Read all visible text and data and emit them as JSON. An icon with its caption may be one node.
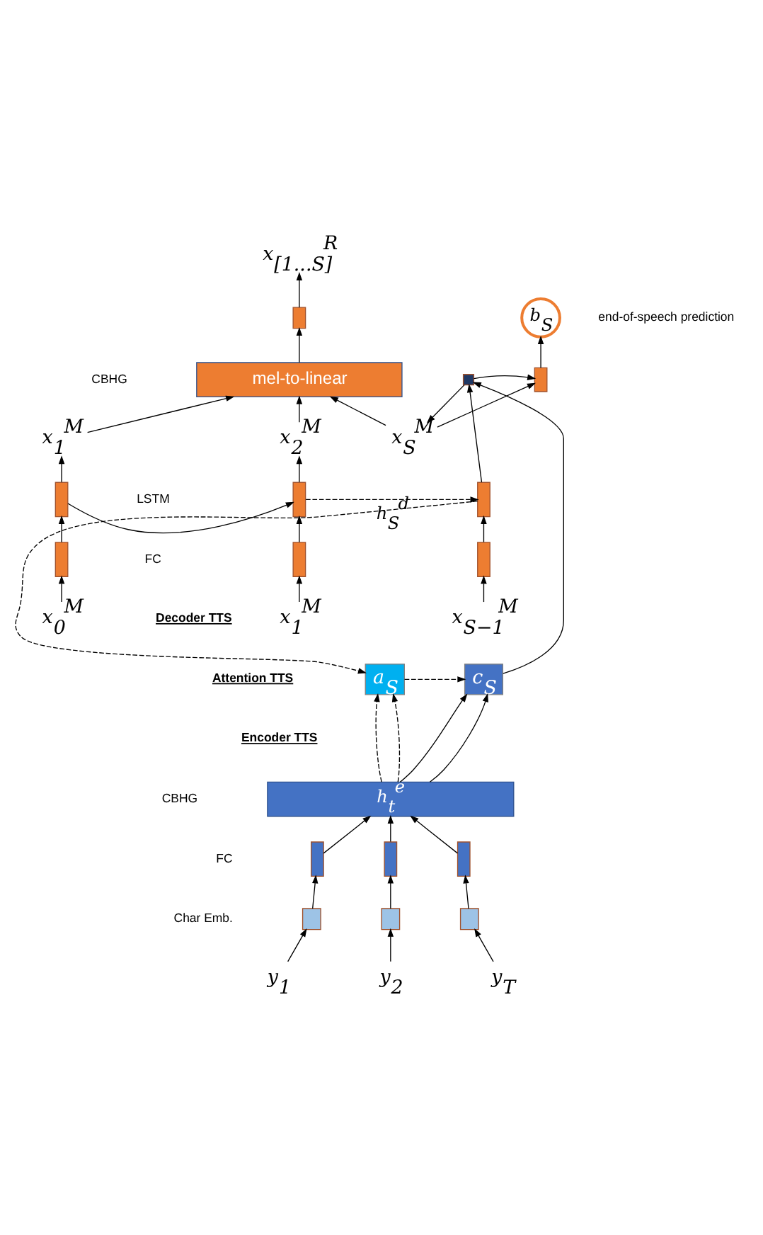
{
  "diagram": {
    "nodes": [
      {
        "text": [
          "x$_{[1...S]}$$^{R}$"
        ]
      },
      {
        "text": [],
        "shape": "box"
      },
      {
        "text": [
          "mel-to-linear"
        ]
      },
      {
        "text": [
          "x$_{1}$$^{M}$"
        ]
      },
      {
        "text": [
          "x$_{2}$$^{M}$"
        ]
      },
      {
        "text": [
          "x$_{S}$$^{M}$"
        ]
      },
      {
        "text": [
          "b$_{S}$"
        ],
        "beside": [
          "end-of-speech prediction"
        ]
      },
      {
        "text": [],
        "shape": "box"
      },
      {
        "text": [],
        "shape": "box"
      },
      {
        "text": [],
        "shape": "box"
      },
      {
        "text": [],
        "shape": "box"
      },
      {
        "text": [],
        "shape": "box"
      },
      {
        "text": [],
        "shape": "box"
      },
      {
        "text": [],
        "shape": "box"
      },
      {
        "text": [],
        "shape": "box"
      },
      {
        "text": [
          "x$_{0}$$^{M}$"
        ]
      },
      {
        "text": [
          "x$_{1}$$^{M}$"
        ]
      },
      {
        "text": [
          "x$_{S−1}$$^{M}$"
        ]
      },
      {
        "text": [
          "a$_{S}$"
        ]
      },
      {
        "text": [
          "c$_{S}$"
        ]
      },
      {
        "text": [
          "h$_{t}$$^{e}$"
        ]
      },
      {
        "text": [],
        "shape": "box"
      },
      {
        "text": [],
        "shape": "box"
      },
      {
        "text": [],
        "shape": "box"
      },
      {
        "text": [],
        "shape": "box"
      },
      {
        "text": [],
        "shape": "box"
      },
      {
        "text": [],
        "shape": "box"
      },
      {
        "text": [
          "y$_{1}$"
        ]
      },
      {
        "text": [
          "y$_{2}$"
        ]
      },
      {
        "text": [
          "y$_{T}$"
        ]
      }
    ],
    "edges": [
      {
        "from": 1,
        "to": 0,
        "arrow": "to"
      },
      {
        "from": 2,
        "to": 1,
        "arrow": "to"
      },
      {
        "from": 3,
        "to": 2,
        "arrow": "to"
      },
      {
        "from": 4,
        "to": 2,
        "arrow": "to"
      },
      {
        "from": 5,
        "to": 2,
        "arrow": "to"
      },
      {
        "from": 9,
        "to": 3,
        "arrow": "to"
      },
      {
        "from": 10,
        "to": 4,
        "arrow": "to"
      },
      {
        "from": 8,
        "to": 5,
        "arrow": "to"
      },
      {
        "from": 5,
        "to": 7,
        "arrow": "to"
      },
      {
        "from": 8,
        "to": 7,
        "arrow": "to"
      },
      {
        "from": 7,
        "to": 6,
        "arrow": "to"
      },
      {
        "from": 11,
        "to": 8,
        "arrow": "to"
      },
      {
        "from": 9,
        "to": 10,
        "arrow": "to"
      },
      {
        "from": 10,
        "to": 11,
        "arrow": "to",
        "style": "dashed",
        "label": "h$_{S}$$^{d}$"
      },
      {
        "from": 12,
        "to": 9,
        "arrow": "to"
      },
      {
        "from": 13,
        "to": 10,
        "arrow": "to"
      },
      {
        "from": 14,
        "to": 11,
        "arrow": "to"
      },
      {
        "from": 15,
        "to": 12,
        "arrow": "to"
      },
      {
        "from": 16,
        "to": 13,
        "arrow": "to"
      },
      {
        "from": 17,
        "to": 14,
        "arrow": "to"
      },
      {
        "from": 11,
        "to": 18,
        "arrow": "to",
        "style": "dashed"
      },
      {
        "from": 18,
        "to": 19,
        "arrow": "to",
        "style": "dashed"
      },
      {
        "from": 19,
        "to": 8,
        "arrow": "to"
      },
      {
        "from": 20,
        "to": 18,
        "arrow": "to",
        "style": "dashed"
      },
      {
        "from": 20,
        "to": 18,
        "arrow": "to",
        "style": "dashed"
      },
      {
        "from": 20,
        "to": 19,
        "arrow": "to"
      },
      {
        "from": 20,
        "to": 19,
        "arrow": "to"
      },
      {
        "from": 21,
        "to": 20,
        "arrow": "to"
      },
      {
        "from": 22,
        "to": 20,
        "arrow": "to"
      },
      {
        "from": 23,
        "to": 20,
        "arrow": "to"
      },
      {
        "from": 24,
        "to": 21,
        "arrow": "to"
      },
      {
        "from": 25,
        "to": 22,
        "arrow": "to"
      },
      {
        "from": 26,
        "to": 23,
        "arrow": "to"
      },
      {
        "from": 27,
        "to": 24,
        "arrow": "to"
      },
      {
        "from": 28,
        "to": 25,
        "arrow": "to"
      },
      {
        "from": 29,
        "to": 26,
        "arrow": "to"
      }
    ],
    "labels": [
      "CBHG",
      "LSTM",
      "FC",
      "Decoder TTS",
      "Attention TTS",
      "Encoder TTS",
      "CBHG",
      "FC",
      "Char Emb."
    ]
  }
}
